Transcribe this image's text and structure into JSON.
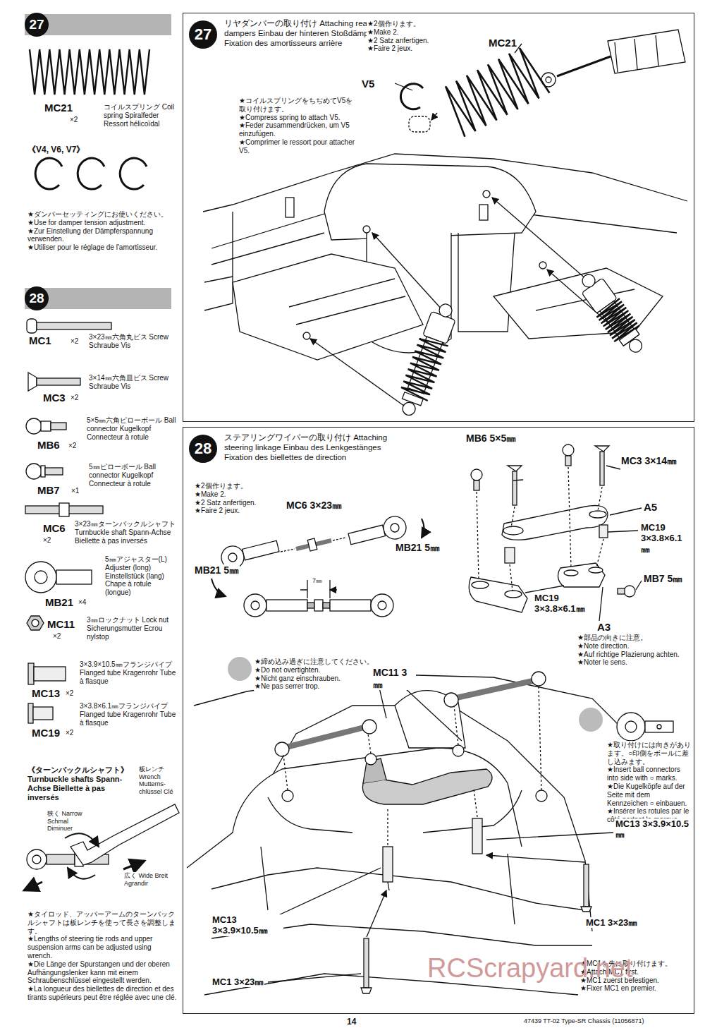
{
  "diagram": {
    "nodes": [
      {
        "text": [
          "27"
        ]
      },
      {
        "text": [
          "28"
        ]
      },
      {
        "text": [
          "27",
          "リヤダンパーの取り付け Attaching rear dampers Einbau der hinteren Stoßdämpfer Fixation des amortisseurs arrière"
        ]
      },
      {
        "text": [
          "28",
          "ステアリングワイパーの取り付け Attaching steering linkage Einbau des Lenkgestänges Fixation des biellettes de direction"
        ]
      }
    ],
    "labels": [
      "MC21",
      "×2",
      "コイルスプリング Coil spring Spiralfeder Ressort hélicoïdal",
      "《V4, V6, V7》",
      "★ダンパーセッティングにお使いください。 ★Use for damper tension adjustment. ★Zur Einstellung der Dämpferspannung verwenden. ★Utiliser pour le réglage de l'amortisseur.",
      "MC1",
      "×2",
      "3×23㎜六角丸ビス Screw Schraube Vis",
      "MC3",
      "×2",
      "3×14㎜六角皿ビス Screw Schraube Vis",
      "MB6",
      "×2",
      "5×5㎜六角ピローボール Ball connector Kugelkopf Connecteur à rotule",
      "MB7",
      "×1",
      "5㎜ピローボール Ball connector Kugelkopf Connecteur à rotule",
      "MC6",
      "×2",
      "3×23㎜ターンバックルシャフト Turnbuckle shaft Spann-Achse Biellette à pas inversés",
      "MB21",
      "×4",
      "5㎜アジャスター(L) Adjuster (long) Einstellstück (lang) Chape à rotule (longue)",
      "MC11",
      "×2",
      "3㎜ロックナット Lock nut Sicherungsmutter Ecrou nylstop",
      "MC13",
      "×2",
      "3×3.9×10.5㎜フランジパイプ Flanged tube Kragenrohr Tube à flasque",
      "MC19",
      "×2",
      "3×3.8×6.1㎜フランジパイプ Flanged tube Kragenrohr Tube à flasque",
      "《ターンバックルシャフト》 Turnbuckle shafts Spann-Achse Biellette à pas inversés",
      "板レンチ Wrench Mutterns-chlüssel Clé",
      "狭く Narrow Schmal Diminuer",
      "広く Wide Breit Agrandir",
      "★タイロッド、アッパーアームのターンバックルシャフトは板レンチを使って長さを調整します。 ★Lengths of steering tie rods and upper suspension arms can be adjusted using wrench. ★Die Länge der Spurstangen und der oberen Aufhängungslenker kann mit einem Schraubenschlüssel eingestellt werden. ★La longueur des biellettes de direction et des tirants supérieurs peut être réglée avec une clé.",
      "★2個作ります。 ★Make 2. ★2 Satz anfertigen. ★Faire 2 jeux.",
      "MC21",
      "V5",
      "★コイルスプリングをちぢめてV5を取り付けます。 ★Compress spring to attach V5. ★Feder zusammendrücken, um V5 einzufügen. ★Comprimer le ressort pour attacher V5.",
      "★2個作ります。 ★Make 2. ★2 Satz anfertigen. ★Faire 2 jeux.",
      "MC6 3×23㎜",
      "MB21 5㎜",
      "MB21 5㎜",
      "7㎜",
      "MB6 5×5㎜",
      "MC3 3×14㎜",
      "A5",
      "MC19 3×3.8×6.1㎜",
      "MC19 3×3.8×6.1㎜",
      "MB7 5㎜",
      "A3",
      "★部品の向きに注意。 ★Note direction. ★Auf richtige Plazierung achten. ★Noter le sens.",
      "★締め込み過ぎに注意してください。 ★Do not overtighten. ★Nicht ganz einschrauben. ★Ne pas serrer trop.",
      "MC11 3㎜",
      "★取り付けには向きがあります。○印側をボールに差し込みます。 ★Insert ball connectors into side with ○ marks. ★Die Kugelköpfe auf der Seite mit dem Kennzeichen ○ einbauen. ★Insérer les rotules par le côté portant la marque ○.",
      "MC13 3×3.9×10.5㎜",
      "MC13 3×3.9×10.5㎜",
      "MC1 3×23㎜",
      "MC1 3×23㎜",
      "★MC1を先に取り付けます。 ★Attach MC1 first. ★MC1 zuerst befestigen. ★Fixer MC1 en premier.",
      "14",
      "47439 TT-02 Type-SR Chassis (11056871)",
      "RCScrapyard.net"
    ]
  }
}
